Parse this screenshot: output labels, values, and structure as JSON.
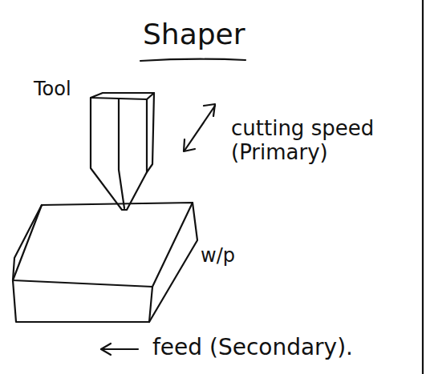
{
  "diagram": {
    "title": "Shaper",
    "labels": [
      "Tool",
      "cutting speed (Primary)",
      "w/p",
      "feed (Secondary)."
    ]
  }
}
